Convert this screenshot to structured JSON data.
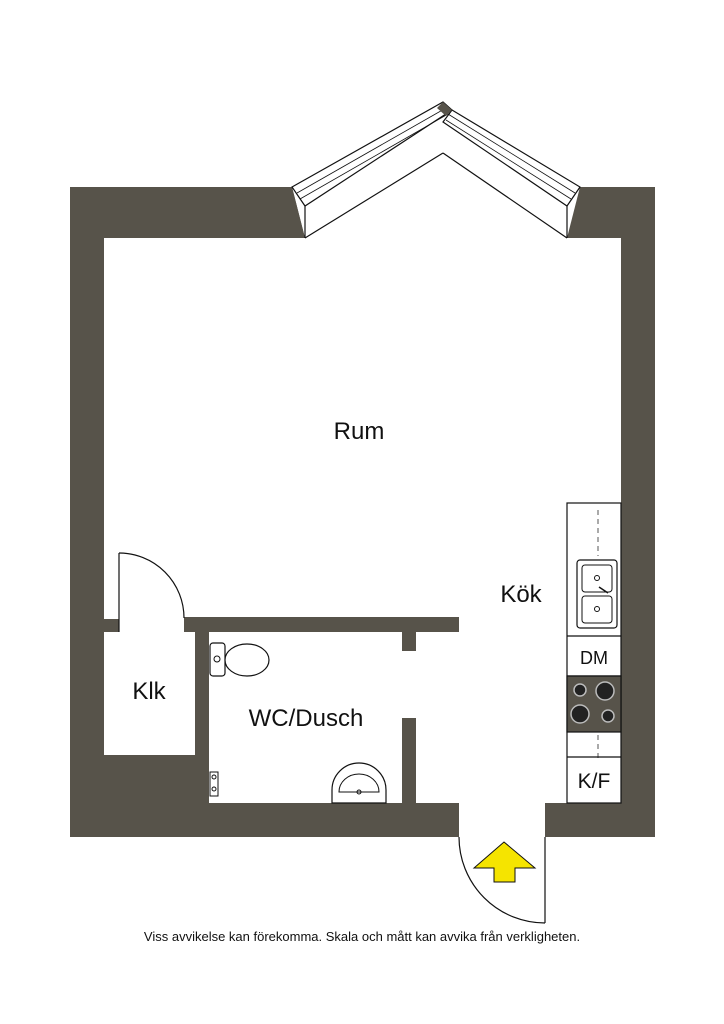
{
  "colors": {
    "wall": "#57534a",
    "floor": "#ffffff",
    "line": "#111111",
    "arrow": "#f5e400"
  },
  "rooms": {
    "rum": "Rum",
    "kok": "Kök",
    "klk": "Klk",
    "wc": "WC/Dusch"
  },
  "appliances": {
    "dishwasher": "DM",
    "fridge": "K/F"
  },
  "icons": [
    "window-icon",
    "door-swing-icon",
    "toilet-icon",
    "sink-icon",
    "stove-icon",
    "entrance-arrow-icon"
  ],
  "disclaimer": "Viss avvikelse kan förekomma. Skala och mått kan avvika från verkligheten."
}
